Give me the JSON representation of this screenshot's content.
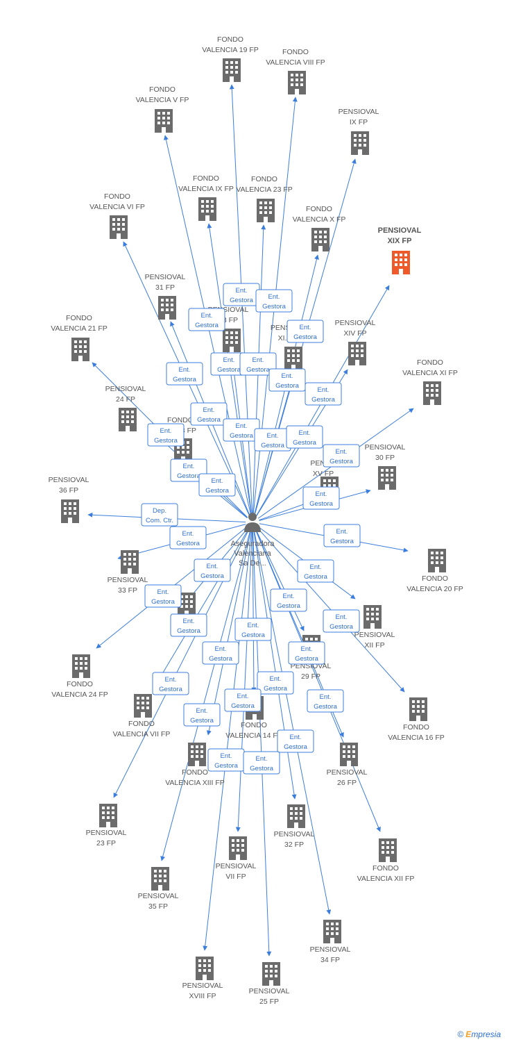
{
  "center": {
    "name_lines": [
      "Aseguradora",
      "Valenciana",
      "Sa De..."
    ]
  },
  "colors": {
    "edge": "#3b7ddd",
    "node": "#6b6b6b",
    "highlight": "#ee5a2a",
    "label_border": "#3b7ddd"
  },
  "brand": {
    "copyright": "©",
    "e": "E",
    "rest": "mpresia"
  },
  "nodes": [
    {
      "lines": [
        "FONDO",
        "VALENCIA 19 FP"
      ]
    },
    {
      "lines": [
        "FONDO",
        "VALENCIA VIII FP"
      ]
    },
    {
      "lines": [
        "FONDO",
        "VALENCIA V FP"
      ]
    },
    {
      "lines": [
        "PENSIOVAL",
        "IX FP"
      ]
    },
    {
      "lines": [
        "FONDO",
        "VALENCIA IX FP"
      ]
    },
    {
      "lines": [
        "FONDO",
        "VALENCIA 23 FP"
      ]
    },
    {
      "lines": [
        "FONDO",
        "VALENCIA VI FP"
      ]
    },
    {
      "lines": [
        "FONDO",
        "VALENCIA X FP"
      ]
    },
    {
      "lines": [
        "PENSIOVAL",
        "XIX FP"
      ],
      "highlight": true
    },
    {
      "lines": [
        "PENSIOVAL",
        "31 FP"
      ]
    },
    {
      "lines": [
        "PENSIOVAL",
        "..3 FP"
      ]
    },
    {
      "lines": [
        "PENSI...",
        "XI..."
      ]
    },
    {
      "lines": [
        "PENSIOVAL",
        "XIV FP"
      ]
    },
    {
      "lines": [
        "FONDO",
        "VALENCIA 21 FP"
      ]
    },
    {
      "lines": [
        "FONDO",
        "VALENCIA XI FP"
      ]
    },
    {
      "lines": [
        "PENSIOVAL",
        "24 FP"
      ]
    },
    {
      "lines": [
        "FONDO",
        "...A 18 FP"
      ]
    },
    {
      "lines": [
        "PENSIOVAL",
        "30 FP"
      ]
    },
    {
      "lines": [
        "PENS...",
        "XV FP"
      ]
    },
    {
      "lines": [
        "PENSIOVAL",
        "36 FP"
      ]
    },
    {
      "lines": [
        "FONDO",
        "VALENCIA 20 FP"
      ]
    },
    {
      "lines": [
        "PENSIOVAL",
        "33 FP"
      ]
    },
    {
      "lines": [
        "PENSIOVAL",
        "XII FP"
      ]
    },
    {
      "lines": [
        "PE...",
        "2..."
      ]
    },
    {
      "lines": [
        "PENSIOVAL",
        "29 FP"
      ]
    },
    {
      "lines": [
        "FONDO",
        "VALENCIA 24 FP"
      ]
    },
    {
      "lines": [
        "FONDO",
        "VALENCIA VII FP"
      ]
    },
    {
      "lines": [
        "FONDO",
        "VALENCIA 16 FP"
      ]
    },
    {
      "lines": [
        "FONDO",
        "VALENCIA 14 FP"
      ]
    },
    {
      "lines": [
        "FONDO",
        "VALENCIA XIII FP"
      ]
    },
    {
      "lines": [
        "PENSIOVAL",
        "26 FP"
      ]
    },
    {
      "lines": [
        "PENSIOVAL",
        "23 FP"
      ]
    },
    {
      "lines": [
        "PENSIOVAL",
        "32 FP"
      ]
    },
    {
      "lines": [
        "FONDO",
        "VALENCIA XII FP"
      ]
    },
    {
      "lines": [
        "PENSIOVAL",
        "VII FP"
      ]
    },
    {
      "lines": [
        "PENSIOVAL",
        "35 FP"
      ]
    },
    {
      "lines": [
        "PENSIOVAL",
        "34 FP"
      ]
    },
    {
      "lines": [
        "PENSIOVAL",
        "XVIII FP"
      ]
    },
    {
      "lines": [
        "PENSIOVAL",
        "25 FP"
      ]
    }
  ],
  "edge_labels": [
    {
      "lines": [
        "Ent.",
        "Gestora"
      ]
    },
    {
      "lines": [
        "Ent.",
        "Gestora"
      ]
    },
    {
      "lines": [
        "Ent.",
        "Gestora"
      ]
    },
    {
      "lines": [
        "Ent.",
        "Gestora"
      ]
    },
    {
      "lines": [
        "Ent.",
        "Gestora"
      ]
    },
    {
      "lines": [
        "Ent.",
        "Gestora"
      ]
    },
    {
      "lines": [
        "Ent.",
        "Gestora"
      ]
    },
    {
      "lines": [
        "Ent.",
        "Gestora"
      ]
    },
    {
      "lines": [
        "Ent.",
        "Gestora"
      ]
    },
    {
      "lines": [
        "Ent.",
        "Gestora"
      ]
    },
    {
      "lines": [
        "Ent.",
        "Gestora"
      ]
    },
    {
      "lines": [
        "Ent.",
        "Gestora"
      ]
    },
    {
      "lines": [
        "Ent.",
        "Gestora"
      ]
    },
    {
      "lines": [
        "Ent.",
        "Gestora"
      ]
    },
    {
      "lines": [
        "Ent.",
        "Gestora"
      ]
    },
    {
      "lines": [
        "Ent.",
        "Gestora"
      ]
    },
    {
      "lines": [
        "Ent.",
        "Gestora"
      ]
    },
    {
      "lines": [
        "Ent.",
        "Gestora"
      ]
    },
    {
      "lines": [
        "Dep.",
        "Com. Ctr."
      ]
    },
    {
      "lines": [
        "Ent.",
        "Gestora"
      ]
    },
    {
      "lines": [
        "Ent.",
        "Gestora"
      ]
    },
    {
      "lines": [
        "Ent.",
        "Gestora"
      ]
    },
    {
      "lines": [
        "Ent.",
        "Gestora"
      ]
    },
    {
      "lines": [
        "Ent.",
        "Gestora"
      ]
    },
    {
      "lines": [
        "Ent.",
        "Gestora"
      ]
    },
    {
      "lines": [
        "Ent.",
        "Gestora"
      ]
    },
    {
      "lines": [
        "Ent.",
        "Gestora"
      ]
    },
    {
      "lines": [
        "Ent.",
        "Gestora"
      ]
    },
    {
      "lines": [
        "Ent.",
        "Gestora"
      ]
    },
    {
      "lines": [
        "Ent.",
        "Gestora"
      ]
    },
    {
      "lines": [
        "Ent.",
        "Gestora"
      ]
    },
    {
      "lines": [
        "Ent.",
        "Gestora"
      ]
    },
    {
      "lines": [
        "Ent.",
        "Gestora"
      ]
    },
    {
      "lines": [
        "Ent.",
        "Gestora"
      ]
    },
    {
      "lines": [
        "Ent.",
        "Gestora"
      ]
    },
    {
      "lines": [
        "Ent.",
        "Gestora"
      ]
    },
    {
      "lines": [
        "Ent.",
        "Gestora"
      ]
    },
    {
      "lines": [
        "Ent.",
        "Gestora"
      ]
    }
  ]
}
